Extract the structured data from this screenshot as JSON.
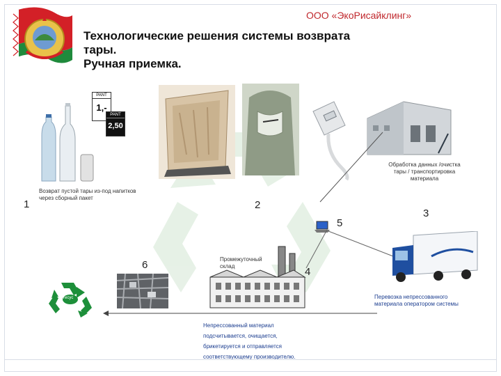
{
  "header": {
    "company": "ООО «ЭкоРисайклинг»",
    "title_lines": [
      "Технологические решения системы возврата",
      "тары.",
      "Ручная приемка."
    ]
  },
  "pant_labels": {
    "top": "PANT",
    "value1": "1,-",
    "value2": "2,50"
  },
  "steps": {
    "s1_number": "1",
    "s1_caption_lines": [
      "Возврат пустой тары из-под напитков",
      "через сборный пакет"
    ],
    "s2_number": "2",
    "s3_number": "3",
    "s3_caption_lines": [
      "Обработка данных /очистка",
      "тары / транспортировка",
      "материала"
    ],
    "s4_number": "4",
    "s4_caption_lines": [
      "Промежуточный",
      "склад"
    ],
    "s5_number": "5",
    "s6_number": "6",
    "truck_caption_lines": [
      "Перевозка непрессованного",
      "материала оператором системы"
    ],
    "factory_caption_lines": [
      "Непрессованный материал",
      "подсчитывается, очищается,",
      "брикетируется и отправляется",
      "соответствующему производителю."
    ]
  },
  "recycle_logo": "recyc",
  "colors": {
    "company_red": "#c0282d",
    "flag_red": "#d32027",
    "flag_green": "#1f8a3c",
    "recycle_green": "#1d8f3a",
    "watermark_green": "#dfeee0",
    "truck_blue": "#1f4fa0",
    "caption_blue": "#1b3d8f"
  }
}
